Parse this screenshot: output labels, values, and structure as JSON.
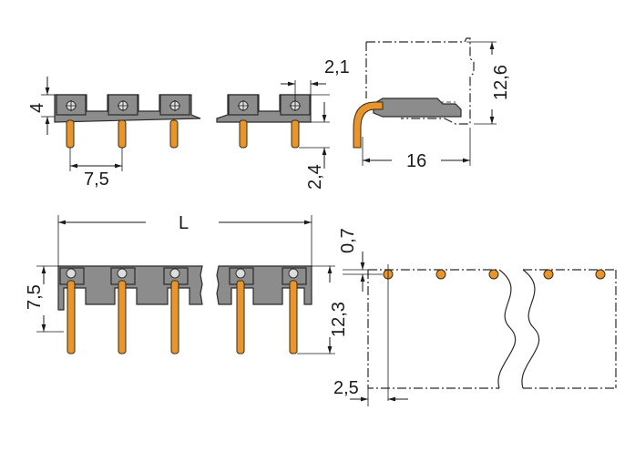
{
  "dimensions": {
    "height_top": "4",
    "pitch_top": "7,5",
    "offset": "2,1",
    "pin_length": "2,4",
    "side_height": "12,6",
    "side_width": "16",
    "total_length": "L",
    "front_height": "7,5",
    "pin_total": "12,3",
    "hole_offset": "0,7",
    "edge_offset": "2,5"
  },
  "colors": {
    "body": "#8c8c8c",
    "pin": "#e8952e",
    "line": "#1a1a1a"
  }
}
